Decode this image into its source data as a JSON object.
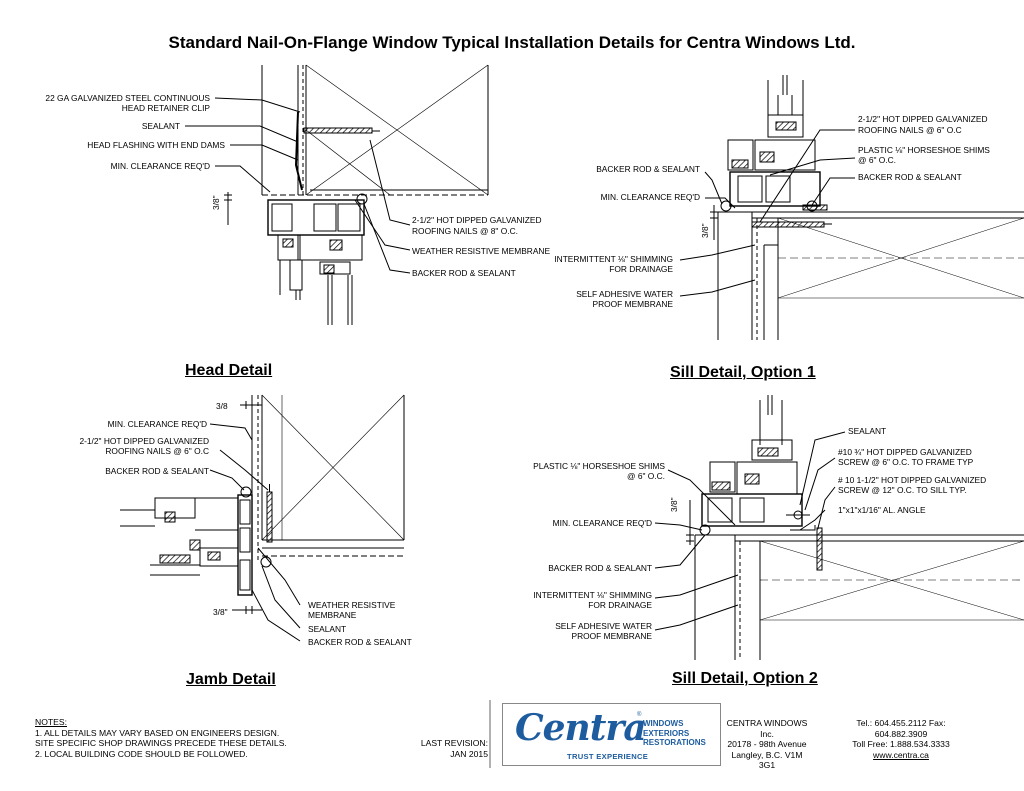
{
  "title": "Standard Nail-On-Flange Window Typical Installation Details for Centra Windows Ltd.",
  "head": {
    "title": "Head Detail",
    "labels": [
      "22 GA GALVANIZED STEEL CONTINUOUS",
      "HEAD RETAINER CLIP",
      "SEALANT",
      "HEAD FLASHING WITH END DAMS",
      "MIN. CLEARANCE REQ'D",
      "2-1/2\" HOT DIPPED GALVANIZED",
      "ROOFING NAILS @ 8\" O.C.",
      "WEATHER RESISTIVE MEMBRANE",
      "BACKER ROD & SEALANT"
    ],
    "dim": "3/8\""
  },
  "sill1": {
    "title": "Sill Detail, Option 1",
    "labels": [
      "2-1/2\" HOT DIPPED GALVANIZED",
      "ROOFING NAILS @ 6\" O.C",
      "PLASTIC ⅛\" HORSESHOE SHIMS",
      "@ 6\" O.C.",
      "BACKER ROD & SEALANT",
      "BACKER ROD & SEALANT",
      "MIN. CLEARANCE REQ'D",
      "INTERMITTENT ⅛\" SHIMMING",
      "FOR DRAINAGE",
      "SELF ADHESIVE WATER",
      "PROOF MEMBRANE"
    ],
    "dim": "3/8\""
  },
  "jamb": {
    "title": "Jamb Detail",
    "labels": [
      "MIN. CLEARANCE REQ'D",
      "2-1/2\" HOT DIPPED GALVANIZED",
      "ROOFING NAILS @ 6\" O.C",
      "BACKER ROD & SEALANT",
      "WEATHER RESISTIVE",
      "MEMBRANE",
      "SEALANT",
      "BACKER ROD & SEALANT"
    ],
    "dim_top": "3/8",
    "dim_bottom": "3/8\""
  },
  "sill2": {
    "title": "Sill Detail, Option 2",
    "labels": [
      "SEALANT",
      "#10 ¾\" HOT DIPPED GALVANIZED",
      "SCREW @ 6\" O.C. TO FRAME TYP",
      "# 10 1-1/2\" HOT DIPPED GALVANIZED",
      "SCREW @ 12\" O.C. TO SILL TYP.",
      "1\"x1\"x1/16\" AL. ANGLE",
      "PLASTIC ⅛\" HORSESHOE SHIMS",
      "@ 6\" O.C.",
      "MIN. CLEARANCE REQ'D",
      "BACKER ROD & SEALANT",
      "INTERMITTENT ⅛\" SHIMMING",
      "FOR DRAINAGE",
      "SELF ADHESIVE WATER",
      "PROOF MEMBRANE"
    ],
    "dim": "3/8\""
  },
  "notes": {
    "heading": "NOTES:",
    "lines": [
      "1.  ALL DETAILS MAY VARY BASED ON ENGINEERS DESIGN.",
      "     SITE SPECIFIC SHOP DRAWINGS PRECEDE THESE DETAILS.",
      "2.  LOCAL BUILDING CODE SHOULD BE FOLLOWED."
    ]
  },
  "revision": {
    "label": "LAST REVISION:",
    "date": "JAN 2015"
  },
  "logo": {
    "brand": "Centra",
    "tm": "®",
    "words": [
      "WINDOWS",
      "EXTERIORS",
      "RESTORATIONS"
    ],
    "tagline": "TRUST EXPERIENCE",
    "brand_color": "#1d5c9e"
  },
  "company": {
    "name": "CENTRA WINDOWS Inc.",
    "street": "20178 - 98th Avenue",
    "city": "Langley, B.C. V1M 3G1"
  },
  "contact": {
    "tel": "Tel.: 604.455.2112 Fax: 604.882.3909",
    "tollfree": "Toll Free: 1.888.534.3333",
    "web": "www.centra.ca"
  }
}
